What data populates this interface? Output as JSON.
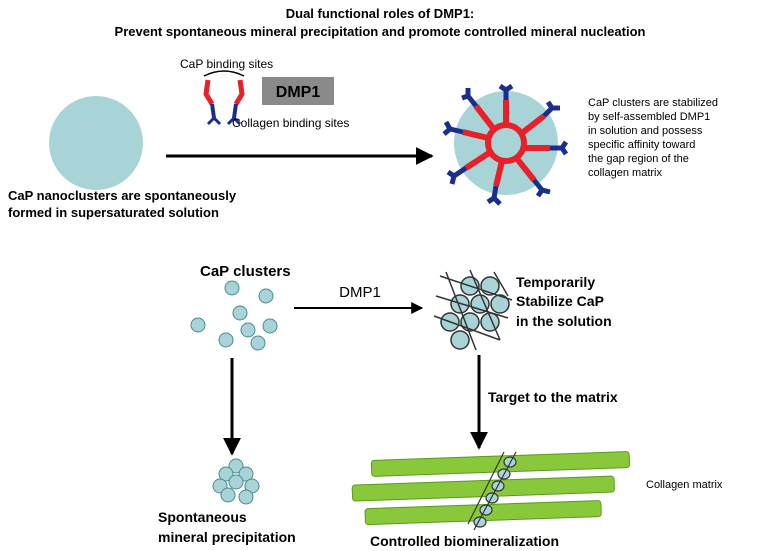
{
  "title": {
    "line1": "Dual functional roles of DMP1:",
    "line2": "Prevent spontaneous mineral precipitation and promote controlled mineral nucleation"
  },
  "top_panel": {
    "cap_binding_label": "CaP binding sites",
    "collagen_binding_label": "Collagen binding sites",
    "dmp1_box_label": "DMP1",
    "left_caption_lines": [
      "CaP nanoclusters are spontaneously",
      "formed in supersaturated solution"
    ],
    "right_caption_lines": [
      "CaP clusters are stabilized",
      "by self-assembled DMP1",
      "in solution and possess",
      "specific affinity toward",
      "the gap region of the",
      "collagen matrix"
    ]
  },
  "bottom_panel": {
    "cap_clusters_label": "CaP clusters",
    "dmp1_arrow_label": "DMP1",
    "stabilize_lines": [
      "Temporarily",
      "Stabilize CaP",
      "in the solution"
    ],
    "target_label": "Target to the matrix",
    "spontaneous_lines": [
      "Spontaneous",
      "mineral precipitation"
    ],
    "controlled_label": "Controlled biomineralization",
    "collagen_matrix_label": "Collagen matrix"
  },
  "colors": {
    "cluster_fill": "#a8d4d8",
    "cluster_stroke": "#4a8a90",
    "binding_red": "#e8202a",
    "binding_blue": "#1a2f8a",
    "collagen_green": "#88c83a",
    "collagen_dark": "#5a9a20",
    "dmp1_box": "#8a8a8a"
  }
}
